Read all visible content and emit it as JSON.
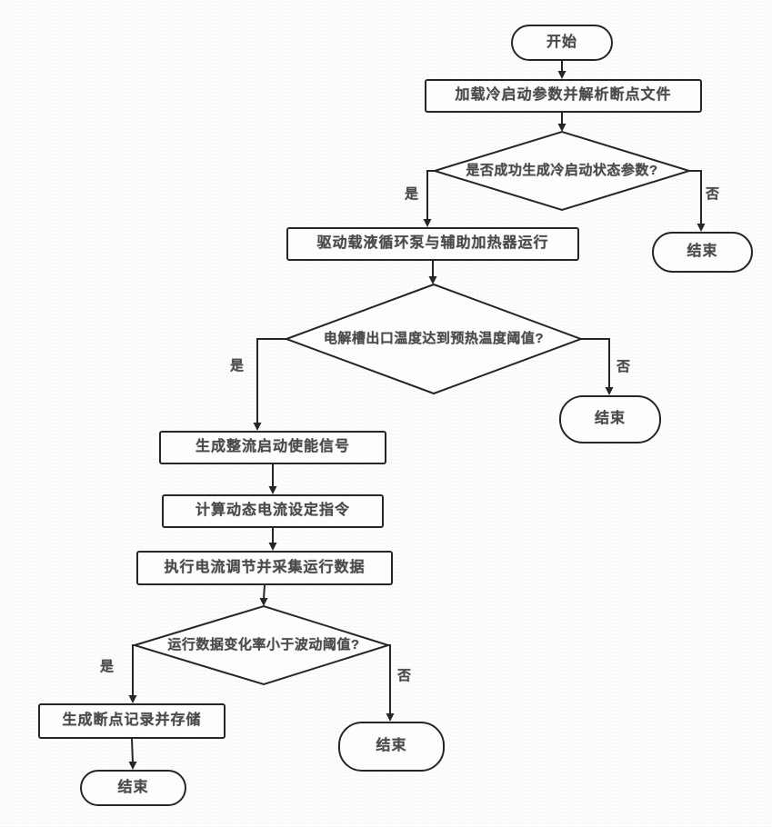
{
  "diagram": {
    "type": "flowchart",
    "background": "#fdfdfd",
    "line_color": "#262626",
    "text_color": "#4a4a4a",
    "nodes": {
      "start": {
        "shape": "terminator",
        "label": "开始"
      },
      "load_params": {
        "shape": "process",
        "label": "加载冷启动参数并解析断点文件"
      },
      "check_cold_start": {
        "shape": "decision",
        "label": "是否成功生成冷启动状态参数?"
      },
      "end_no_params": {
        "shape": "terminator",
        "label": "结束"
      },
      "drive_pump": {
        "shape": "process",
        "label": "驱动载液循环泵与辅助加热器运行"
      },
      "check_temperature": {
        "shape": "decision",
        "label": "电解槽出口温度达到预热温度阈值?"
      },
      "end_no_temp": {
        "shape": "terminator",
        "label": "结束"
      },
      "gen_rectifier_enable": {
        "shape": "process",
        "label": "生成整流启动使能信号"
      },
      "calc_current_cmd": {
        "shape": "process",
        "label": "计算动态电流设定指令"
      },
      "exec_current_adjust": {
        "shape": "process",
        "label": "执行电流调节并采集运行数据"
      },
      "check_fluctuation": {
        "shape": "decision",
        "label": "运行数据变化率小于波动阈值?"
      },
      "gen_breakpoint": {
        "shape": "process",
        "label": "生成断点记录并存储"
      },
      "end_final": {
        "shape": "terminator",
        "label": "结束"
      },
      "end_no_stable": {
        "shape": "terminator",
        "label": "结束"
      }
    },
    "edge_labels": {
      "yes": "是",
      "no": "否"
    },
    "edges": [
      {
        "from": "start",
        "to": "load_params"
      },
      {
        "from": "load_params",
        "to": "check_cold_start"
      },
      {
        "from": "check_cold_start",
        "to": "drive_pump",
        "label": "是"
      },
      {
        "from": "check_cold_start",
        "to": "end_no_params",
        "label": "否"
      },
      {
        "from": "drive_pump",
        "to": "check_temperature"
      },
      {
        "from": "check_temperature",
        "to": "gen_rectifier_enable",
        "label": "是"
      },
      {
        "from": "check_temperature",
        "to": "end_no_temp",
        "label": "否"
      },
      {
        "from": "gen_rectifier_enable",
        "to": "calc_current_cmd"
      },
      {
        "from": "calc_current_cmd",
        "to": "exec_current_adjust"
      },
      {
        "from": "exec_current_adjust",
        "to": "check_fluctuation"
      },
      {
        "from": "check_fluctuation",
        "to": "gen_breakpoint",
        "label": "是"
      },
      {
        "from": "check_fluctuation",
        "to": "end_no_stable",
        "label": "否"
      },
      {
        "from": "gen_breakpoint",
        "to": "end_final"
      }
    ]
  }
}
